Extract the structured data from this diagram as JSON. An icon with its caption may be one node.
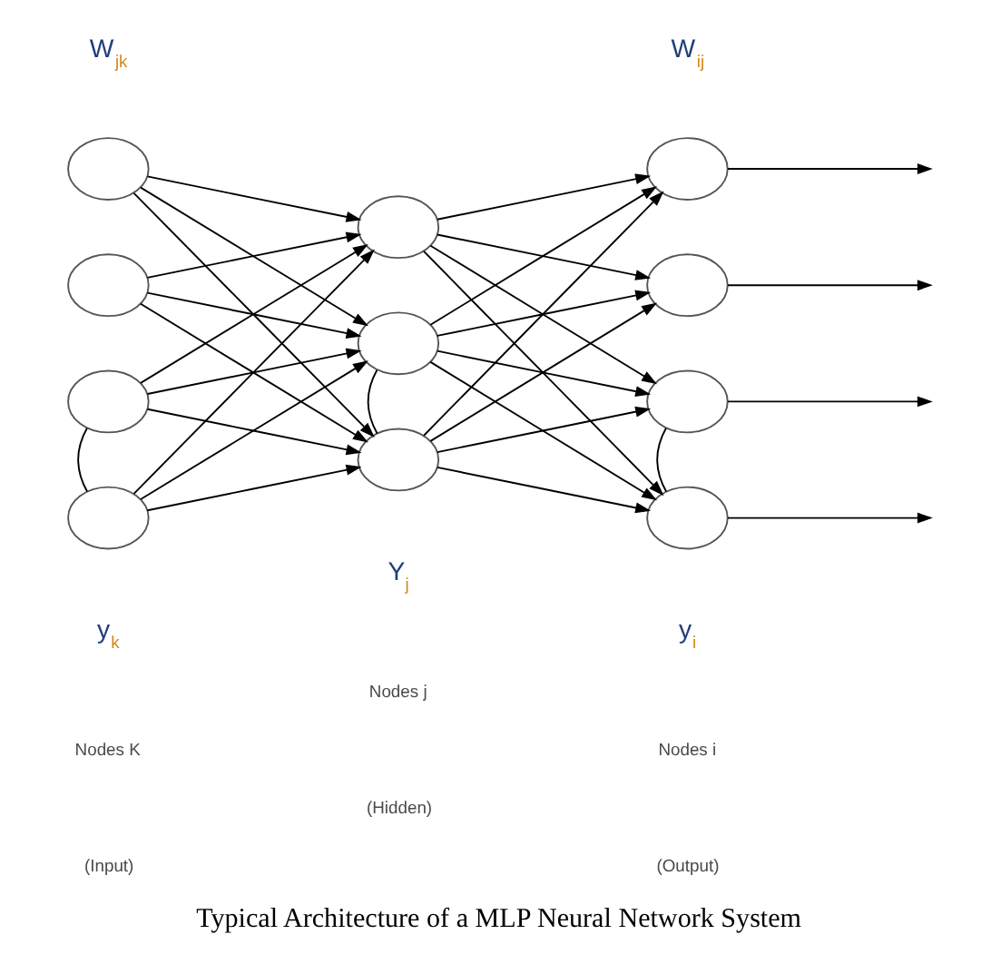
{
  "diagram": {
    "caption": "Typical Architecture of a MLP Neural Network System",
    "nodes": [
      {
        "text": [],
        "shape": "circle"
      },
      {
        "text": [],
        "shape": "circle"
      },
      {
        "text": [],
        "shape": "circle"
      },
      {
        "text": [],
        "shape": "circle"
      },
      {
        "text": [],
        "shape": "circle"
      },
      {
        "text": [],
        "shape": "circle"
      },
      {
        "text": [],
        "shape": "circle"
      },
      {
        "text": [],
        "shape": "circle"
      },
      {
        "text": [],
        "shape": "circle"
      },
      {
        "text": [],
        "shape": "circle"
      },
      {
        "text": [],
        "shape": "circle"
      }
    ],
    "edges": [
      {
        "from": 0,
        "to": 4,
        "arrow": "to"
      },
      {
        "from": 0,
        "to": 5,
        "arrow": "to"
      },
      {
        "from": 0,
        "to": 6,
        "arrow": "to"
      },
      {
        "from": 1,
        "to": 4,
        "arrow": "to"
      },
      {
        "from": 1,
        "to": 5,
        "arrow": "to"
      },
      {
        "from": 1,
        "to": 6,
        "arrow": "to"
      },
      {
        "from": 2,
        "to": 4,
        "arrow": "to"
      },
      {
        "from": 2,
        "to": 5,
        "arrow": "to"
      },
      {
        "from": 2,
        "to": 6,
        "arrow": "to"
      },
      {
        "from": 3,
        "to": 4,
        "arrow": "to"
      },
      {
        "from": 3,
        "to": 5,
        "arrow": "to"
      },
      {
        "from": 3,
        "to": 6,
        "arrow": "to"
      },
      {
        "from": 2,
        "to": 3,
        "arrow": "none"
      },
      {
        "from": 5,
        "to": 6,
        "arrow": "none"
      },
      {
        "from": 4,
        "to": 7,
        "arrow": "to"
      },
      {
        "from": 4,
        "to": 8,
        "arrow": "to"
      },
      {
        "from": 4,
        "to": 9,
        "arrow": "to"
      },
      {
        "from": 4,
        "to": 10,
        "arrow": "to"
      },
      {
        "from": 5,
        "to": 7,
        "arrow": "to"
      },
      {
        "from": 5,
        "to": 8,
        "arrow": "to"
      },
      {
        "from": 5,
        "to": 9,
        "arrow": "to"
      },
      {
        "from": 5,
        "to": 10,
        "arrow": "to"
      },
      {
        "from": 6,
        "to": 7,
        "arrow": "to"
      },
      {
        "from": 6,
        "to": 8,
        "arrow": "to"
      },
      {
        "from": 6,
        "to": 9,
        "arrow": "to"
      },
      {
        "from": 6,
        "to": 10,
        "arrow": "to"
      },
      {
        "from": 9,
        "to": 10,
        "arrow": "none"
      },
      {
        "from": 7,
        "to": null,
        "arrow": "to"
      },
      {
        "from": 8,
        "to": null,
        "arrow": "to"
      },
      {
        "from": 9,
        "to": null,
        "arrow": "to"
      },
      {
        "from": 10,
        "to": null,
        "arrow": "to"
      }
    ],
    "labels": [
      "W$_{jk}$",
      "W$_{ij}$",
      "Y$_{j}$",
      "y$_{i}$",
      "y$_{k}$",
      "Nodes K",
      "Nodes j",
      "Nodes i",
      "(Input)",
      "(Hidden)",
      "(Output)"
    ]
  }
}
